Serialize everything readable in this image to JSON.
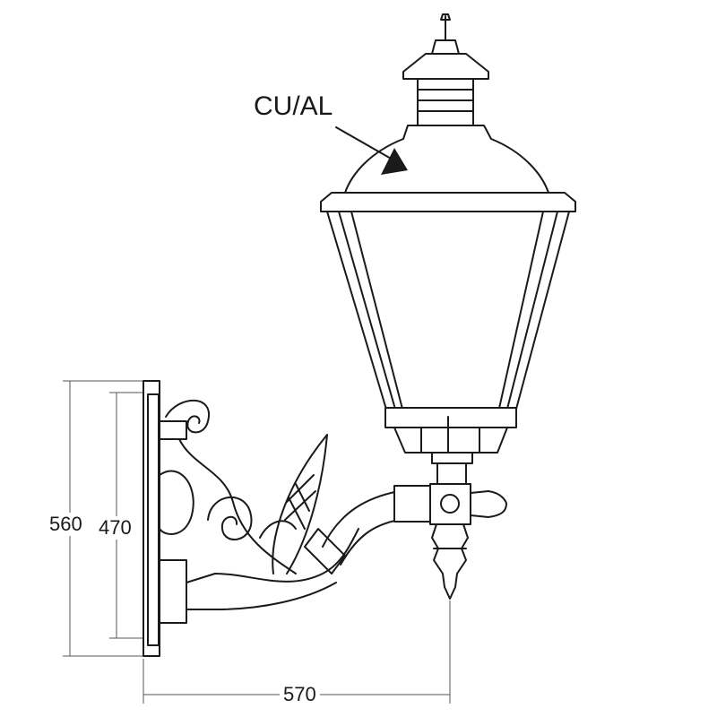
{
  "material_label": "CU/AL",
  "dimensions": {
    "overall_height": "560",
    "bracket_height": "470",
    "projection": "570"
  }
}
